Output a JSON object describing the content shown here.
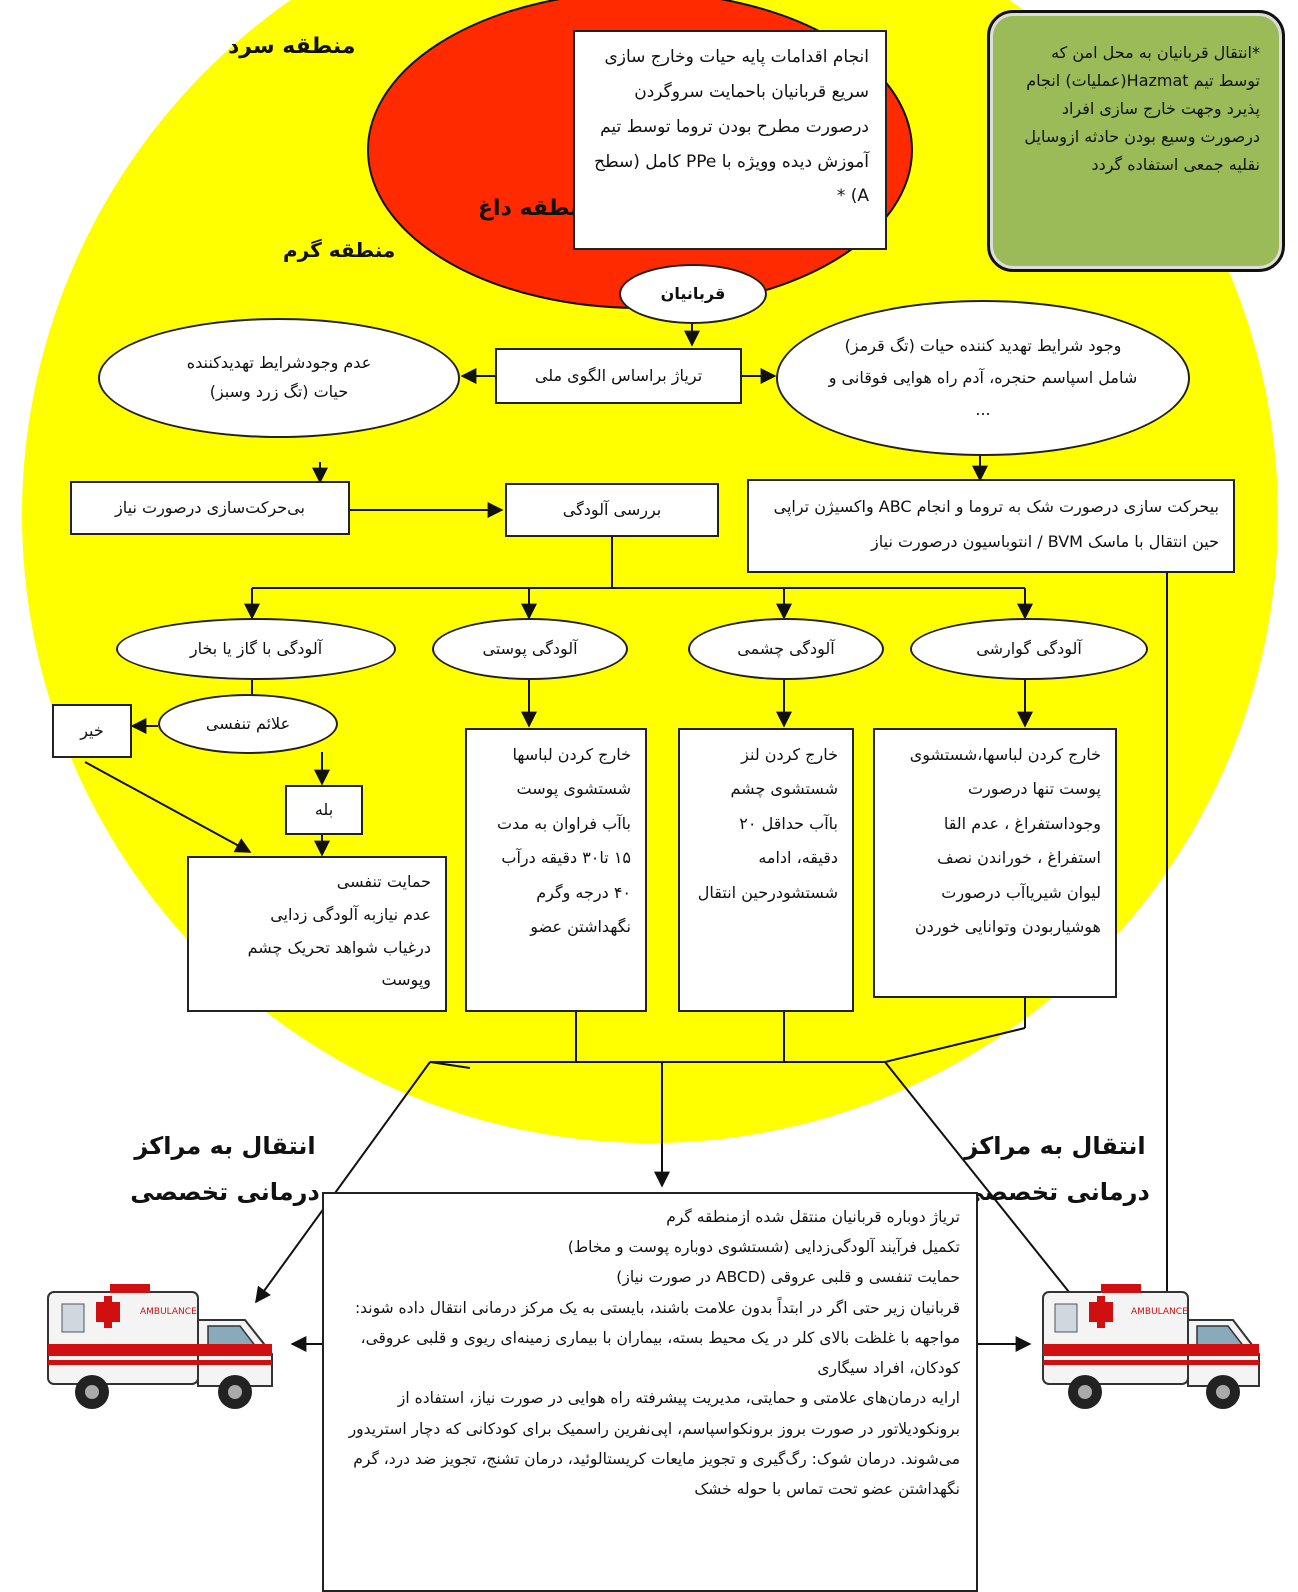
{
  "zones": {
    "cold": "منطقه سرد",
    "hot": "منطقه داغ",
    "warm": "منطقه گرم"
  },
  "hazmat_note": "*انتقال قربانیان به محل امن که توسط تیم Hazmat(عملیات) انجام پذیرد وجهت خارج سازی افراد درصورت وسیع بودن حادثه ازوسایل نقلیه جمعی استفاده گردد",
  "hot_zone_box": "انجام اقدامات پایه حیات وخارج سازی سریع قربانیان باحمایت سروگردن درصورت مطرح بودن تروما توسط تیم آموزش دیده وویژه با PPe کامل (سطح A) *",
  "victims": "قربانیان",
  "triage": "تریاژ براساس الگوی ملی",
  "no_threat": "عدم وجودشرایط تهدیدکننده\nحیات (تگ زرد وسبز)",
  "threat": "وجود شرایط تهدید کننده حیات (تگ قرمز) شامل اسپاسم حنجره، آدم راه هوایی فوقانی و ...",
  "immobilize": "بی‌حرکت‌سازی درصورت نیاز",
  "check_contamination": "بررسی آلودگی",
  "red_action": "بیحرکت سازی درصورت شک به تروما و انجام ABC واکسیژن تراپی حین انتقال با ماسک BVM / انتوباسیون درصورت نیاز",
  "types": {
    "gas": "آلودگی با گاز یا بخار",
    "skin": "آلودگی پوستی",
    "eye": "آلودگی چشمی",
    "gi": "آلودگی گوارشی"
  },
  "resp_signs": "علائم تنفسی",
  "no": "خیر",
  "yes": "بله",
  "resp_support": "حمایت تنفسی\nعدم نیازبه آلودگی زدایی\nدرغیاب شواهد تحریک چشم\nوپوست",
  "skin_action": "خارج کردن لباسها\nشستشوی پوست\nباآب فراوان به مدت\n۱۵ تا۳۰ دقیقه درآب\n۴۰ درجه وگرم\nنگهداشتن عضو",
  "eye_action": "خارج کردن لنز\nشستشوی چشم\nباآب حداقل ۲۰\nدقیقه، ادامه\nشستشودرحین انتقال",
  "gi_action": "خارج کردن لباسها،شستشوی\nپوست تنها درصورت\nوجوداستفراغ ، عدم القا\nاستفراغ ، خوراندن نصف\nلیوان شیریاآب درصورت\nهوشیاربودن وتوانایی خوردن",
  "transfer_left": "انتقال به مراکز\nدرمانی تخصصی",
  "transfer_right": "انتقال به مراکز\nدرمانی تخصصی",
  "cold_zone_lines": [
    "تریاژ دوباره قربانیان منتقل شده ازمنطقه گرم",
    "تکمیل فرآیند آلودگی‌زدایی (شستشوی دوباره پوست و مخاط)",
    "حمایت تنفسی و قلبی عروقی (ABCD در صورت نیاز)",
    "قربانیان زیر حتی اگر در ابتداً بدون علامت باشند، بایستی به یک مرکز درمانی انتقال داده شوند: مواجهه با غلظت بالای کلر در یک محیط بسته، بیماران با بیماری زمینه‌ای ریوی و قلبی عروقی، کودکان، افراد سیگاری",
    "ارایه درمان‌های علامتی و حمایتی، مدیریت پیشرفته راه هوایی در صورت نیاز، استفاده از برونکودیلاتور در صورت بروز برونکواسپاسم، اپی‌نفرین راسمیک برای کودکانی که دچار استریدور می‌شوند. درمان شوک: رگ‌گیری و تجویز مایعات کریستالوئید، درمان تشنج، تجویز ضد درد، گرم نگهداشتن عضو تحت تماس با حوله خشک"
  ],
  "ambulance_text": "AMBULANCE",
  "colors": {
    "warm_zone": "#ffff00",
    "hot_zone": "#ff2a00",
    "note_bg": "#9bbb59"
  }
}
